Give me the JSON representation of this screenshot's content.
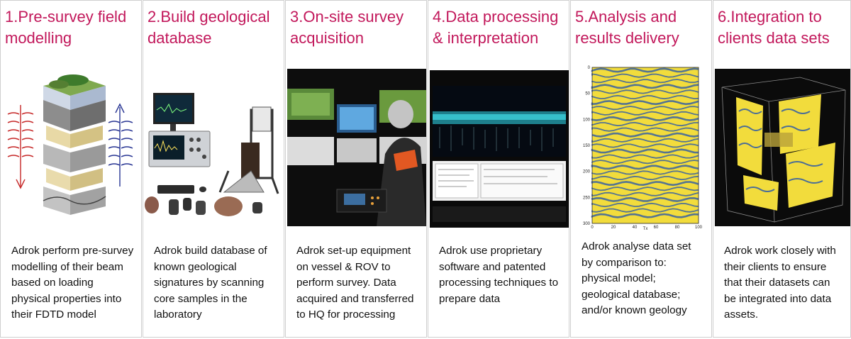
{
  "steps": [
    {
      "title": "1.Pre-survey field modelling",
      "description": "Adrok perform pre-survey modelling of their beam based on loading physical properties into their FDTD model",
      "image_subject": "stratified-geology-block"
    },
    {
      "title": "2.Build geological database",
      "description": "Adrok build database of known geological signatures by scanning core samples in the laboratory",
      "image_subject": "laboratory-equipment-and-core-samples"
    },
    {
      "title": "3.On-site survey acquisition",
      "description": "Adrok set-up equipment on vessel & ROV to perform survey. Data acquired and transferred to HQ for processing",
      "image_subject": "vessel-control-room"
    },
    {
      "title": "4.Data processing & interpretation",
      "description": "Adrok use proprietary software and patented processing techniques to prepare data",
      "image_subject": "processing-software-screen"
    },
    {
      "title": "5.Analysis and results delivery",
      "description": "Adrok analyse data set by comparison to: physical model; geological database; and/or known geology",
      "image_subject": "results-heatmap",
      "heatmap": {
        "y_ticks": [
          "0",
          "50",
          "100",
          "150",
          "200",
          "250",
          "300"
        ],
        "x_ticks": [
          "0",
          "20",
          "40",
          "60",
          "80",
          "100"
        ],
        "x_label": "Tx"
      }
    },
    {
      "title": "6.Integration to clients data sets",
      "description": "Adrok work closely with their clients to ensure that their datasets can be integrated into data assets.",
      "image_subject": "3d-data-cube"
    }
  ],
  "colors": {
    "title": "#c2185b",
    "heatmap_yellow": "#f2dc3c",
    "heatmap_blue": "#2d5aa8",
    "screen_cyan": "#3fd4e0"
  }
}
